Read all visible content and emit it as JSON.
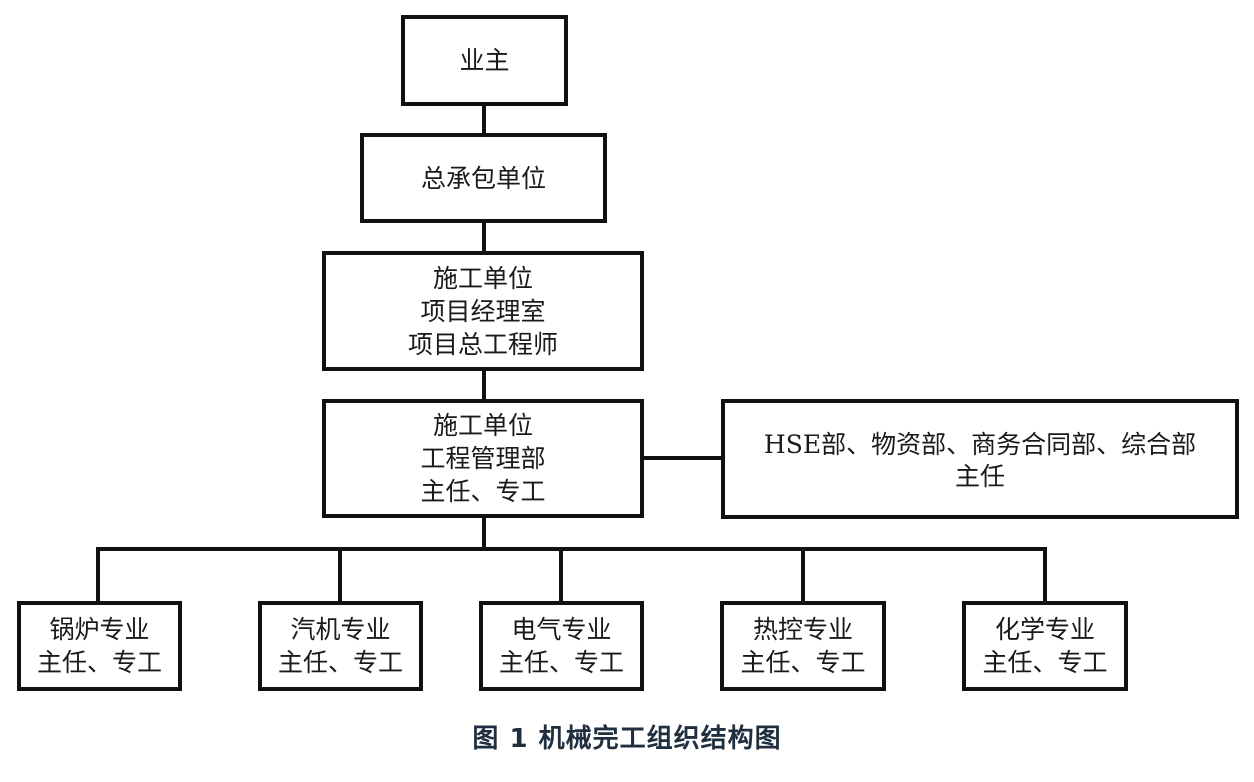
{
  "nodes": {
    "owner": {
      "lines": [
        "业主"
      ]
    },
    "general_contractor": {
      "lines": [
        "总承包单位"
      ]
    },
    "construction_manager": {
      "lines": [
        "施工单位",
        "项目经理室",
        "项目总工程师"
      ]
    },
    "engineering_dept": {
      "lines": [
        "施工单位",
        "工程管理部",
        "主任、专工"
      ]
    },
    "support_depts": {
      "lines": [
        "HSE部、物资部、商务合同部、综合部",
        "主任"
      ]
    },
    "boiler": {
      "lines": [
        "锅炉专业",
        "主任、专工"
      ]
    },
    "turbine": {
      "lines": [
        "汽机专业",
        "主任、专工"
      ]
    },
    "electrical": {
      "lines": [
        "电气专业",
        "主任、专工"
      ]
    },
    "thermal_control": {
      "lines": [
        "热控专业",
        "主任、专工"
      ]
    },
    "chemistry": {
      "lines": [
        "化学专业",
        "主任、专工"
      ]
    }
  },
  "caption": "图 1  机械完工组织结构图"
}
